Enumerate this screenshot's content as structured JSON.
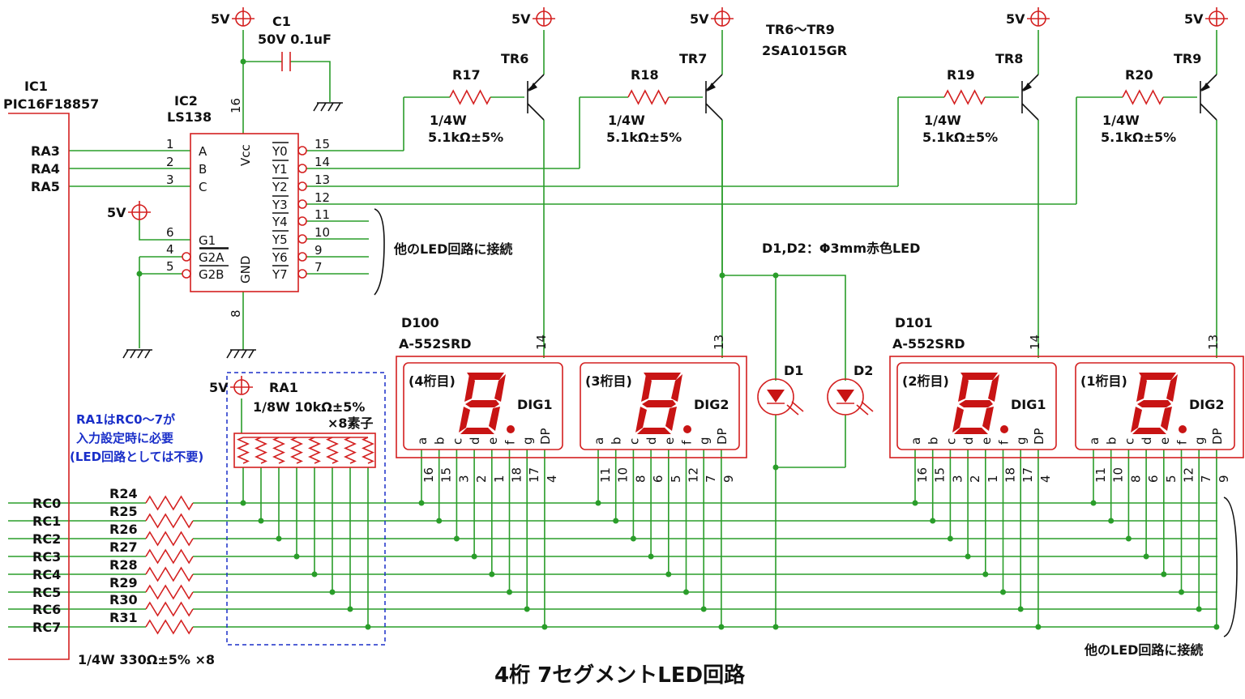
{
  "title": "4桁 7セグメントLED回路",
  "power_label": "5V",
  "ic1": {
    "ref": "IC1",
    "part": "PIC16F18857"
  },
  "ic2": {
    "ref": "IC2",
    "part": "LS138",
    "in_pins": [
      "A",
      "B",
      "C",
      "G1",
      "G2A",
      "G2B"
    ],
    "in_nums": [
      "1",
      "2",
      "3",
      "6",
      "4",
      "5"
    ],
    "vcc": "Vcc",
    "gnd": "GND",
    "vcc_pin": "16",
    "gnd_pin": "8",
    "out_pins": [
      "Y0",
      "Y1",
      "Y2",
      "Y3",
      "Y4",
      "Y5",
      "Y6",
      "Y7"
    ],
    "out_nums": [
      "15",
      "14",
      "13",
      "12",
      "11",
      "10",
      "9",
      "7"
    ]
  },
  "mcu_pins_a": [
    "RA3",
    "RA4",
    "RA5"
  ],
  "mcu_pins_c": [
    "RC0",
    "RC1",
    "RC2",
    "RC3",
    "RC4",
    "RC5",
    "RC6",
    "RC7"
  ],
  "c1": {
    "ref": "C1",
    "value": "50V 0.1uF"
  },
  "transistor_note": {
    "refs": "TR6〜TR9",
    "part": "2SA1015GR"
  },
  "transistors": [
    {
      "ref": "TR6",
      "res": "R17"
    },
    {
      "ref": "TR7",
      "res": "R18"
    },
    {
      "ref": "TR8",
      "res": "R19"
    },
    {
      "ref": "TR9",
      "res": "R20"
    }
  ],
  "base_res_spec": {
    "watt": "1/4W",
    "value": "5.1kΩ±5%"
  },
  "other_led_note": "他のLED回路に接続",
  "led_note": "D1,D2：Φ3mm赤色LED",
  "leds": [
    "D1",
    "D2"
  ],
  "displays": [
    {
      "ref": "D100",
      "part": "A-552SRD",
      "common_pins": [
        "14",
        "13"
      ]
    },
    {
      "ref": "D101",
      "part": "A-552SRD",
      "common_pins": [
        "14",
        "13"
      ]
    }
  ],
  "digits": [
    {
      "name": "(4桁目)",
      "dig": "DIG1",
      "pins": [
        "16",
        "15",
        "3",
        "2",
        "1",
        "18",
        "17",
        "4"
      ]
    },
    {
      "name": "(3桁目)",
      "dig": "DIG2",
      "pins": [
        "11",
        "10",
        "8",
        "6",
        "5",
        "12",
        "7",
        "9"
      ]
    },
    {
      "name": "(2桁目)",
      "dig": "DIG1",
      "pins": [
        "16",
        "15",
        "3",
        "2",
        "1",
        "18",
        "17",
        "4"
      ]
    },
    {
      "name": "(1桁目)",
      "dig": "DIG2",
      "pins": [
        "11",
        "10",
        "8",
        "6",
        "5",
        "12",
        "7",
        "9"
      ]
    }
  ],
  "segment_letters": [
    "a",
    "b",
    "c",
    "d",
    "e",
    "f",
    "g",
    "DP"
  ],
  "ra1": {
    "ref": "RA1",
    "spec": "1/8W 10kΩ±5%",
    "count": "×8素子"
  },
  "ra1_note": [
    "RA1はRC0〜7が",
    "入力設定時に必要",
    "(LED回路としては不要)"
  ],
  "series_res": {
    "refs": [
      "R24",
      "R25",
      "R26",
      "R27",
      "R28",
      "R29",
      "R30",
      "R31"
    ],
    "spec": "1/4W 330Ω±5% ×8"
  },
  "colors": {
    "wire": "#2a9d2a",
    "part": "#d42020",
    "ink": "#111111",
    "note": "#1a2fc9",
    "segment": "#c81414"
  }
}
